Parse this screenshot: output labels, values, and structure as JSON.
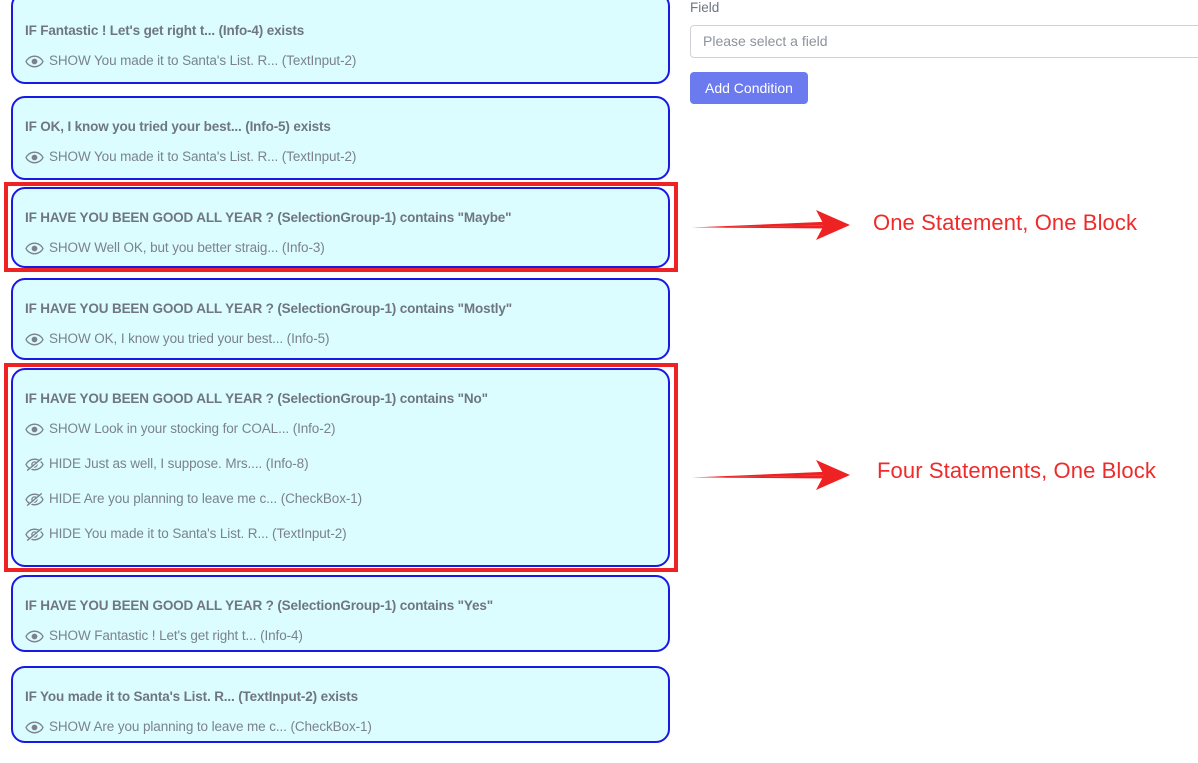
{
  "field_panel": {
    "label": "Field",
    "select_placeholder": "Please select a field",
    "add_button_label": "Add Condition"
  },
  "colors": {
    "card_border": "#1919e6",
    "card_fill": "#dbfdff",
    "annotation_red": "#ee2222",
    "button_indigo": "#6b7bef",
    "text_gray": "#7b828c"
  },
  "blocks": [
    {
      "id": "block-info4-exists",
      "if_text": "IF Fantastic ! Let's get right t... (Info-4) exists",
      "highlighted": false,
      "statements": [
        {
          "action": "SHOW",
          "icon": "eye-icon",
          "text": "SHOW You made it to Santa's List. R... (TextInput-2)"
        }
      ]
    },
    {
      "id": "block-info5-exists",
      "if_text": "IF OK, I know you tried your best... (Info-5) exists",
      "highlighted": false,
      "statements": [
        {
          "action": "SHOW",
          "icon": "eye-icon",
          "text": "SHOW You made it to Santa's List. R... (TextInput-2)"
        }
      ]
    },
    {
      "id": "block-maybe",
      "if_text": "IF HAVE YOU BEEN GOOD ALL YEAR ? (SelectionGroup-1) contains \"Maybe\"",
      "highlighted": true,
      "statements": [
        {
          "action": "SHOW",
          "icon": "eye-icon",
          "text": "SHOW Well OK, but you better straig... (Info-3)"
        }
      ]
    },
    {
      "id": "block-mostly",
      "if_text": "IF HAVE YOU BEEN GOOD ALL YEAR ? (SelectionGroup-1) contains \"Mostly\"",
      "highlighted": false,
      "statements": [
        {
          "action": "SHOW",
          "icon": "eye-icon",
          "text": "SHOW OK, I know you tried your best... (Info-5)"
        }
      ]
    },
    {
      "id": "block-no",
      "if_text": "IF HAVE YOU BEEN GOOD ALL YEAR ? (SelectionGroup-1) contains \"No\"",
      "highlighted": true,
      "statements": [
        {
          "action": "SHOW",
          "icon": "eye-icon",
          "text": "SHOW Look in your stocking for COAL... (Info-2)"
        },
        {
          "action": "HIDE",
          "icon": "eye-slash-icon",
          "text": "HIDE Just as well, I suppose. Mrs.... (Info-8)"
        },
        {
          "action": "HIDE",
          "icon": "eye-slash-icon",
          "text": "HIDE Are you planning to leave me c... (CheckBox-1)"
        },
        {
          "action": "HIDE",
          "icon": "eye-slash-icon",
          "text": "HIDE You made it to Santa's List. R... (TextInput-2)"
        }
      ]
    },
    {
      "id": "block-yes",
      "if_text": "IF HAVE YOU BEEN GOOD ALL YEAR ? (SelectionGroup-1) contains \"Yes\"",
      "highlighted": false,
      "statements": [
        {
          "action": "SHOW",
          "icon": "eye-icon",
          "text": "SHOW Fantastic ! Let's get right t... (Info-4)"
        }
      ]
    },
    {
      "id": "block-textinput2-exists",
      "if_text": "IF You made it to Santa's List. R... (TextInput-2) exists",
      "highlighted": false,
      "statements": [
        {
          "action": "SHOW",
          "icon": "eye-icon",
          "text": "SHOW Are you planning to leave me c... (CheckBox-1)"
        }
      ]
    }
  ],
  "annotations": [
    {
      "id": "annotation-one-statement",
      "label": "One Statement, One Block"
    },
    {
      "id": "annotation-four-statements",
      "label": "Four Statements, One Block"
    }
  ]
}
